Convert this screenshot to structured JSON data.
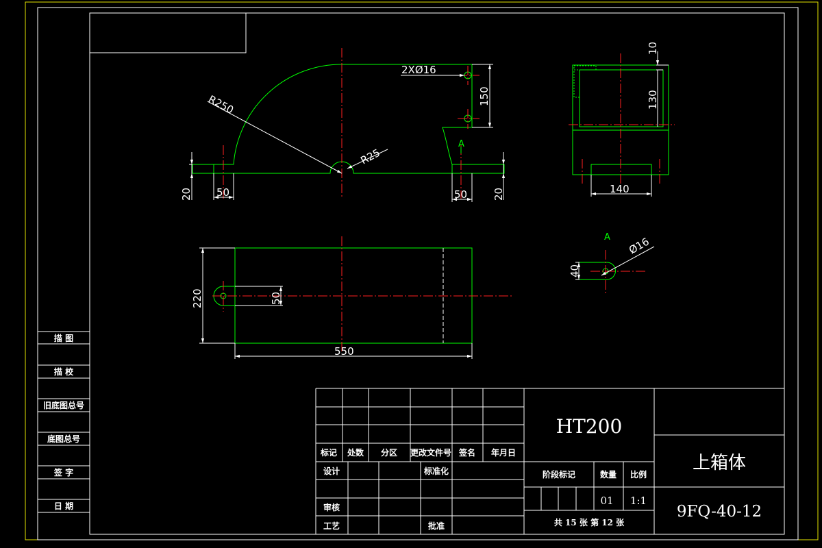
{
  "colors": {
    "background": "#000000",
    "outline": "#00ff00",
    "centerline": "#ff2020",
    "dimension": "#ffffff",
    "sheet_border": "#e6e600",
    "section_label": "#00ff00"
  },
  "drawing": {
    "front_view": {
      "radius_large": "R250",
      "radius_small": "R25",
      "holes": "2XØ16",
      "height_150": "150",
      "left_20": "20",
      "left_50": "50",
      "right_50": "50",
      "right_20": "20",
      "section_mark": "A"
    },
    "side_view": {
      "dim_10": "10",
      "dim_130": "130",
      "dim_140": "140"
    },
    "top_view": {
      "dim_220": "220",
      "dim_50": "50",
      "dim_550": "550"
    },
    "detail_a": {
      "label": "A",
      "dim_40": "40",
      "dim_hole": "Ø16"
    }
  },
  "side_table": [
    "描 图",
    "描 校",
    "旧底图总号",
    "底图总号",
    "签 字",
    "日 期"
  ],
  "title_block": {
    "rev_headers": [
      "标记",
      "处数",
      "分区",
      "更改文件号",
      "签名",
      "年月日"
    ],
    "design": "设计",
    "standard": "标准化",
    "review": "审核",
    "process": "工艺",
    "approve": "批准",
    "material": "HT200",
    "stage_mark": "阶段标记",
    "quantity_label": "数量",
    "scale_label": "比例",
    "quantity": "01",
    "scale": "1:1",
    "sheets": "共 15 张  第 12 张",
    "part_name": "上箱体",
    "drawing_no": "9FQ-40-12"
  }
}
